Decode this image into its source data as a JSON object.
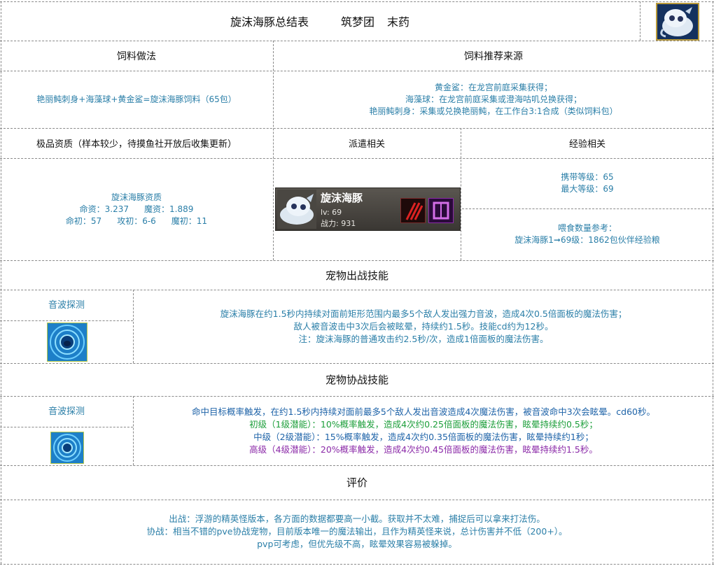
{
  "header": {
    "title": "旋沫海豚总结表",
    "team": "筑梦团",
    "author": "末药"
  },
  "feed": {
    "method_heading": "饲料做法",
    "source_heading": "饲料推荐来源",
    "recipe": "艳丽鲀刺身+海藻球+黄金鲨=旋沫海豚饲料（65包）",
    "sources": [
      "黄金鲨：在龙宫前庭采集获得；",
      "海藻球：在龙宫前庭采集或澄海咕叽兑换获得；",
      "艳丽鲀刺身：采集或兑换艳丽鲀，在工作台3:1合成（类似饲料包）"
    ]
  },
  "aptitude": {
    "heading": "极品资质（样本较少，待摸鱼社开放后收集更新）",
    "label": "旋沫海豚资质",
    "ming_zi": "命资：3.237",
    "mo_zi": "魔资：1.889",
    "ming_chu": "命初：57",
    "gong_chu": "攻初：6-6",
    "mo_chu": "魔初：11"
  },
  "dispatch": {
    "heading": "派遣相关",
    "card": {
      "name": "旋沫海豚",
      "level": "lv: 69",
      "power": "战力: 931"
    }
  },
  "experience": {
    "heading": "经验相关",
    "carry_level": "携带等级：65",
    "max_level": "最大等级：69",
    "feed_heading": "喂食数量参考：",
    "feed_detail": "旋沫海豚1➞69级：1862包伙伴经验粮"
  },
  "battle_skill": {
    "heading": "宠物出战技能",
    "name": "音波探测",
    "lines": [
      "旋沫海豚在约1.5秒内持续对面前矩形范围内最多5个敌人发出强力音波，造成4次0.5倍面板的魔法伤害；",
      "敌人被音波击中3次后会被眩晕，持续约1.5秒。技能cd约为12秒。",
      "注：旋沫海豚的普通攻击约2.5秒/次，造成1倍面板的魔法伤害。"
    ]
  },
  "assist_skill": {
    "heading": "宠物协战技能",
    "name": "音波探测",
    "main": "命中目标概率触发，在约1.5秒内持续对面前最多5个敌人发出音波造成4次魔法伤害，被音波命中3次会眩晕。cd60秒。",
    "tier1": "初级（1级潜能）：10%概率触发，造成4次约0.25倍面板的魔法伤害，眩晕持续约0.5秒；",
    "tier2": "中级（2级潜能）：15%概率触发，造成4次约0.35倍面板的魔法伤害，眩晕持续约1秒；",
    "tier3": "高级（4级潜能）：20%概率触发，造成4次约0.45倍面板的魔法伤害，眩晕持续约1.5秒。"
  },
  "review": {
    "heading": "评价",
    "lines": [
      "出战：浮游的精英怪版本，各方面的数据都要高一小截。获取并不太难，捕捉后可以拿来打法伤。",
      "协战：相当不错的pve协战宠物，目前版本唯一的魔法输出，且作为精英怪来说，总计伤害并不低（200+）。",
      "pvp可考虑，但优先级不高，眩晕效果容易被躲掉。"
    ]
  },
  "colors": {
    "text_teal": "#2b7fa8",
    "tier1": "#1c9e3a",
    "tier2": "#1e63a8",
    "tier3": "#8b2aa8",
    "border": "#8a8a8a"
  }
}
